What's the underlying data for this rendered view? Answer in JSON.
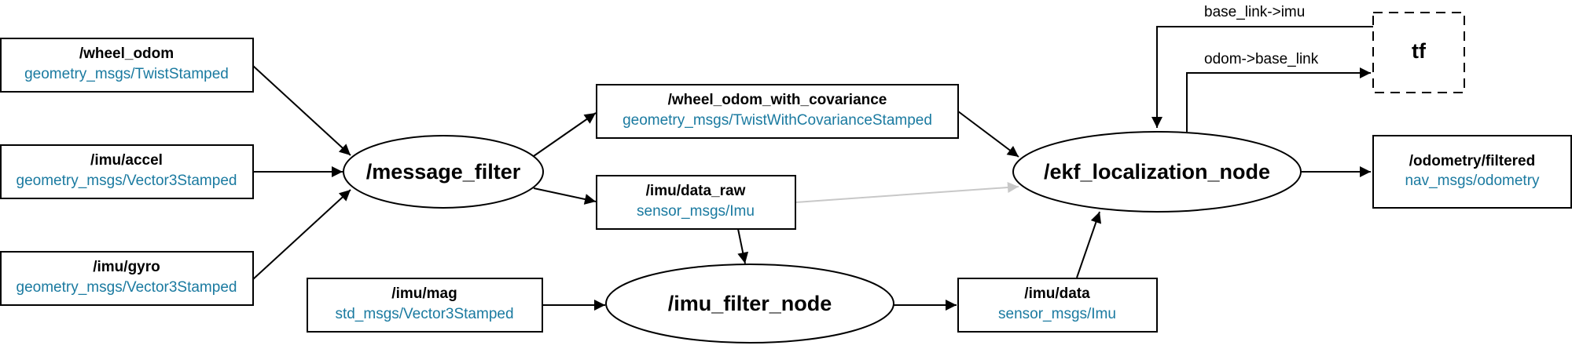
{
  "topics": {
    "wheel_odom": {
      "name": "/wheel_odom",
      "type": "geometry_msgs/TwistStamped"
    },
    "imu_accel": {
      "name": "/imu/accel",
      "type": "geometry_msgs/Vector3Stamped"
    },
    "imu_gyro": {
      "name": "/imu/gyro",
      "type": "geometry_msgs/Vector3Stamped"
    },
    "imu_mag": {
      "name": "/imu/mag",
      "type": "std_msgs/Vector3Stamped"
    },
    "wheel_odom_cov": {
      "name": "/wheel_odom_with_covariance",
      "type": "geometry_msgs/TwistWithCovarianceStamped"
    },
    "imu_data_raw": {
      "name": "/imu/data_raw",
      "type": "sensor_msgs/Imu"
    },
    "imu_data": {
      "name": "/imu/data",
      "type": "sensor_msgs/Imu"
    },
    "odometry_filtered": {
      "name": "/odometry/filtered",
      "type": "nav_msgs/odometry"
    }
  },
  "nodes": {
    "message_filter": "/message_filter",
    "imu_filter_node": "/imu_filter_node",
    "ekf_localization_node": "/ekf_localization_node"
  },
  "tf": {
    "label": "tf",
    "edge_base_link_imu": "base_link->imu",
    "edge_odom_base_link": "odom->base_link"
  },
  "colors": {
    "message_type": "#1a7aa0",
    "inactive_edge": "#c8c8c8",
    "outline": "#000000"
  }
}
